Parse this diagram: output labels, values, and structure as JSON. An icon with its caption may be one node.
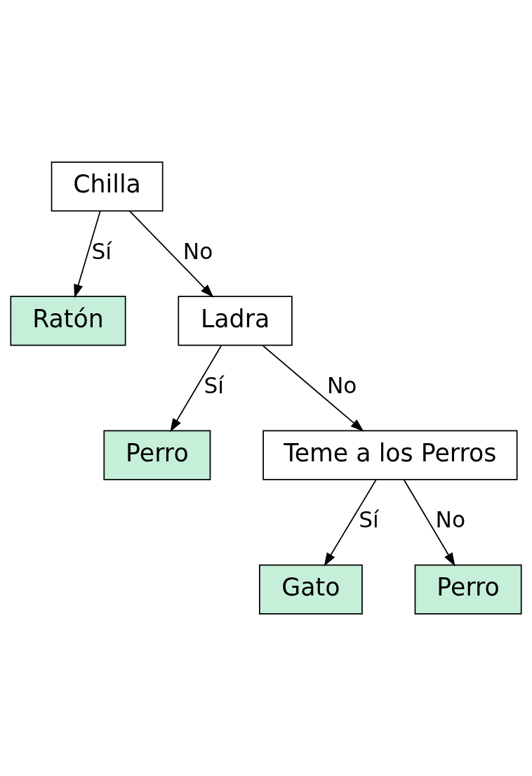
{
  "diagram": {
    "nodes": [
      {
        "text": [
          "Chilla"
        ]
      },
      {
        "text": [
          "Ratón"
        ]
      },
      {
        "text": [
          "Ladra"
        ]
      },
      {
        "text": [
          "Perro"
        ]
      },
      {
        "text": [
          "Teme a los Perros"
        ]
      },
      {
        "text": [
          "Gato"
        ]
      },
      {
        "text": [
          "Perro"
        ]
      }
    ],
    "edges": [
      {
        "from": 0,
        "to": 1,
        "arrow": "to",
        "label": "Sí"
      },
      {
        "from": 0,
        "to": 2,
        "arrow": "to",
        "label": "No"
      },
      {
        "from": 2,
        "to": 3,
        "arrow": "to",
        "label": "Sí"
      },
      {
        "from": 2,
        "to": 4,
        "arrow": "to",
        "label": "No"
      },
      {
        "from": 4,
        "to": 5,
        "arrow": "to",
        "label": "Sí"
      },
      {
        "from": 4,
        "to": 6,
        "arrow": "to",
        "label": "No"
      }
    ]
  }
}
